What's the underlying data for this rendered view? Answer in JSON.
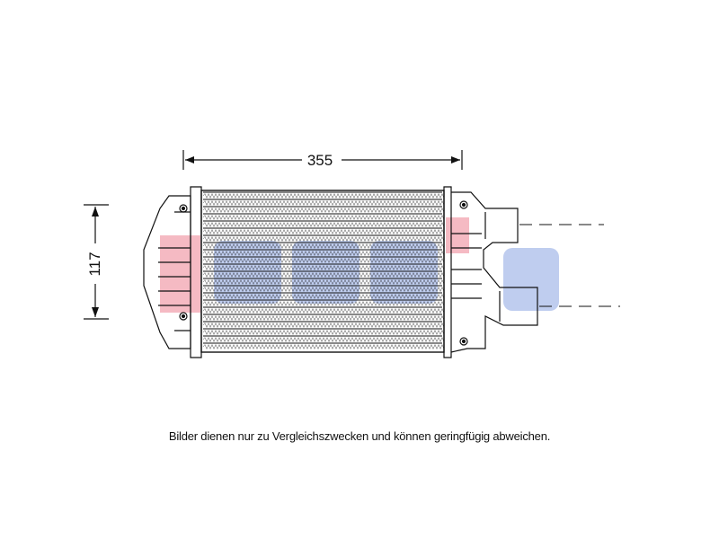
{
  "diagram": {
    "width_dimension": "355",
    "height_dimension": "117",
    "caption": "Bilder dienen nur zu Vergleichszwecken und können geringfügig abweichen.",
    "line_color": "#111111",
    "watermark_colors": {
      "pink": "#f4b3bd",
      "blue": "#b9c8ee"
    }
  }
}
